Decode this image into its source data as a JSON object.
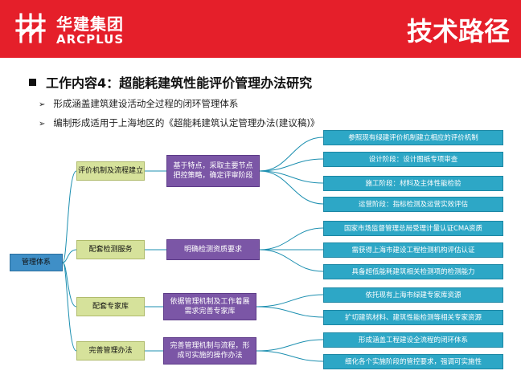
{
  "header": {
    "logo_cn": "华建集团",
    "logo_en": "ARCPLUS",
    "title": "技术路径",
    "brand_color": "#e51f2a"
  },
  "heading": "工作内容4：超能耗建筑性能评价管理办法研究",
  "bullets": [
    "形成涵盖建筑建设活动全过程的闭环管理体系",
    "编制形成适用于上海地区的《超能耗建筑认定管理办法(建议稿)》"
  ],
  "diagram": {
    "root": "管理体系",
    "categories": [
      "评价机制及流程建立",
      "配套检测服务",
      "配套专家库",
      "完善管理办法"
    ],
    "mids": [
      "基于特点，采取主要节点把控策略，确定评审阶段",
      "明确检测资质要求",
      "依据管理机制及工作着展需求完善专家库",
      "完善管理机制与流程，形成可实施的操作办法"
    ],
    "leaves": [
      "参照现有绿建评价机制建立相应的评价机制",
      "设计阶段：设计图纸专项审查",
      "施工阶段：材料及主体性能检验",
      "运营阶段：指标检测及运营实效评估",
      "国家市场监督管理总局受理计量认证CMA资质",
      "需获得上海市建设工程检测机构评估认证",
      "具备超低能耗建筑相关检测项的检测能力",
      "依托现有上海市绿建专家库资源",
      "扩切建筑材料、建筑性能检测等相关专家资源",
      "形成涵盖工程建设全流程的闭环体系",
      "细化各个实施阶段的管控要求，强调可实施性"
    ]
  }
}
